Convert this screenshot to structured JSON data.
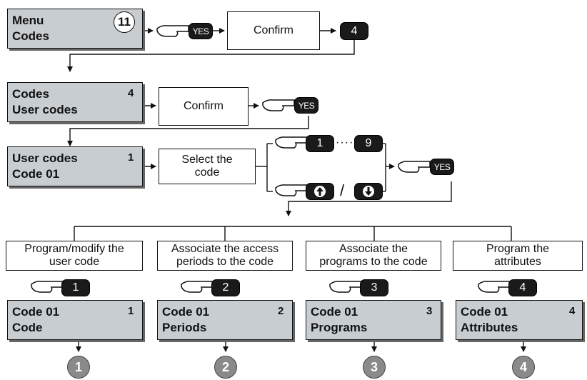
{
  "colors": {
    "lcd": "#c8cdd2",
    "key": "#1a1a1a",
    "circle": "#8a8a8a"
  },
  "icons": [
    "hand-pointer-icon",
    "arrow-up-icon",
    "arrow-down-icon"
  ],
  "row1": {
    "lcd_line1": "Menu",
    "lcd_line2": "Codes",
    "step": "11",
    "key": "YES",
    "action": "Confirm",
    "next_key": "4"
  },
  "row2": {
    "lcd_line1": "Codes",
    "lcd_line2": "User codes",
    "num": "4",
    "action": "Confirm",
    "key": "YES"
  },
  "row3": {
    "lcd_line1": "User codes",
    "lcd_line2": "Code 01",
    "num": "1",
    "action": "Select the\ncode",
    "key_first": "1",
    "key_last": "9",
    "ellipsis": "·····",
    "separator": "/",
    "confirm_key": "YES"
  },
  "options": [
    {
      "title": "Program/modify the\nuser code",
      "key": "1",
      "lcd_line1": "Code 01",
      "lcd_line2": "Code",
      "num": "1",
      "circle": "1"
    },
    {
      "title": "Associate the access\nperiods to the code",
      "key": "2",
      "lcd_line1": "Code 01",
      "lcd_line2": "Periods",
      "num": "2",
      "circle": "2"
    },
    {
      "title": "Associate the\nprograms to the code",
      "key": "3",
      "lcd_line1": "Code 01",
      "lcd_line2": "Programs",
      "num": "3",
      "circle": "3"
    },
    {
      "title": "Program the\nattributes",
      "key": "4",
      "lcd_line1": "Code 01",
      "lcd_line2": "Attributes",
      "num": "4",
      "circle": "4"
    }
  ]
}
